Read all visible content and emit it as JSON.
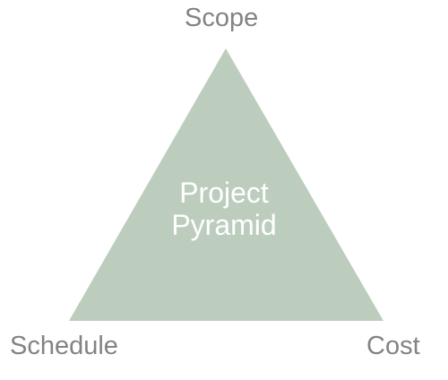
{
  "diagram": {
    "vertices": {
      "top": "Scope",
      "left": "Schedule",
      "right": "Cost"
    },
    "center_lines": [
      "Project",
      "Pyramid"
    ],
    "colors": {
      "triangle_fill": "#bccdbd",
      "label_text": "#838383",
      "center_text": "#ffffff",
      "background": "#ffffff"
    }
  }
}
